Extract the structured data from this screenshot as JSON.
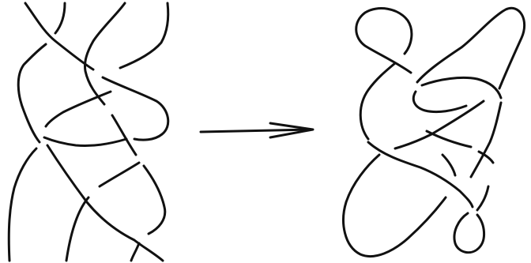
{
  "diagram": {
    "left_figure": {
      "kind": "braid-closure"
    },
    "arrow": {
      "direction": "right"
    },
    "right_figure": {
      "kind": "knot"
    }
  },
  "colors": {
    "ink": "#111111",
    "background": "#ffffff"
  }
}
